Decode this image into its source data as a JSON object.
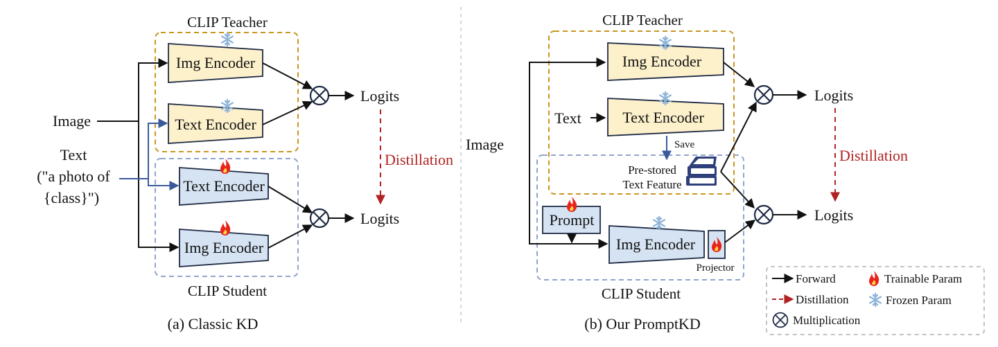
{
  "panel_a": {
    "teacher_title": "CLIP Teacher",
    "student_title": "CLIP Student",
    "img_encoder_teacher": "Img Encoder",
    "text_encoder_teacher": "Text Encoder",
    "text_encoder_student": "Text Encoder",
    "img_encoder_student": "Img Encoder",
    "input_image": "Image",
    "input_text_line1": "Text",
    "input_text_line2": "(\"a photo of",
    "input_text_line3": "{class}\")",
    "logits_top": "Logits",
    "logits_bottom": "Logits",
    "distillation": "Distillation",
    "caption": "(a) Classic KD"
  },
  "panel_b": {
    "teacher_title": "CLIP Teacher",
    "student_title": "CLIP Student",
    "img_encoder_teacher": "Img Encoder",
    "text_encoder_teacher": "Text Encoder",
    "input_image": "Image",
    "input_text": "Text",
    "save": "Save",
    "prestored_line1": "Pre-stored",
    "prestored_line2": "Text Feature",
    "prompt": "Prompt",
    "img_encoder_student": "Img Encoder",
    "projector": "Projector",
    "logits_top": "Logits",
    "logits_bottom": "Logits",
    "distillation": "Distillation",
    "caption": "(b) Our PromptKD"
  },
  "legend": {
    "forward": "Forward",
    "distillation": "Distillation",
    "multiplication": "Multiplication",
    "trainable": "Trainable Param",
    "frozen": "Frozen Param"
  },
  "colors": {
    "teacher_box_border": "#c8961e",
    "teacher_encoder_fill": "#fdf1cc",
    "student_box_border": "#8fa3cc",
    "student_encoder_fill": "#d5e3f3",
    "blue_arrow": "#3a5a9a",
    "distillation_red": "#b22222",
    "fire_red": "#e8231b",
    "snow_blue": "#8fb4d9"
  },
  "icons": {
    "trainable": "fire-icon",
    "frozen": "snowflake-icon",
    "multiply": "circled-times-icon",
    "feature_store": "book-stack-icon"
  }
}
